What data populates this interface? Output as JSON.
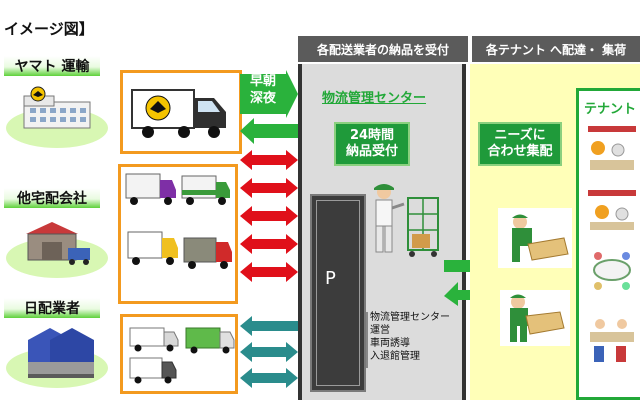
{
  "title": "イメージ図】",
  "headers": {
    "receive": "各配送業者の納品を受付",
    "deliver": "各テナント へ配達・ 集荷"
  },
  "companies": [
    {
      "label": "ヤマト 運輸"
    },
    {
      "label": "他宅配会社"
    },
    {
      "label": "日配業者"
    }
  ],
  "early_arrow": {
    "line1": "早朝",
    "line2": "深夜"
  },
  "center": {
    "title": "物流管理センター",
    "box_24h": {
      "line1": "24時間",
      "line2": "納品受付"
    },
    "parking_letter": "P",
    "notes": [
      "物流管理センター",
      "運営",
      "車両誘導",
      "入退館管理"
    ]
  },
  "right": {
    "needs_box": {
      "line1": "ニーズに",
      "line2": "合わせ集配"
    },
    "tenant_label": "テナント"
  },
  "colors": {
    "orange_box": "#f39a1f",
    "green_arrow": "#2ab23c",
    "red_arrow": "#e0101a",
    "teal_arrow": "#2a8c8c",
    "center_bg": "#dcdcdc",
    "right_bg": "#ffffb8"
  }
}
